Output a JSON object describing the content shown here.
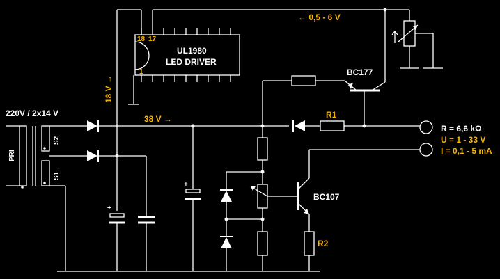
{
  "labels": {
    "transformer": "220V / 2x14 V",
    "primary": "PRI",
    "s1": "S1",
    "s2": "S2",
    "ic_name": "UL1980",
    "ic_desc": "LED DRIVER",
    "pin18": "18",
    "pin17": "17",
    "pin1": "1",
    "v18": "18 V →",
    "v38": "38 V →",
    "v_ref": "← 0,5 - 6 V",
    "bc177": "BC177",
    "bc107": "BC107",
    "r1": "R1",
    "r2": "R2",
    "spec_r": "R = 6,6 kΩ",
    "spec_u": "U = 1 - 33 V",
    "spec_i": "I = 0,1 - 5 mA",
    "plus1": "+",
    "plus2": "+"
  },
  "colors": {
    "background": "#000000",
    "wire": "#ffffff",
    "accent": "#f5b400"
  }
}
